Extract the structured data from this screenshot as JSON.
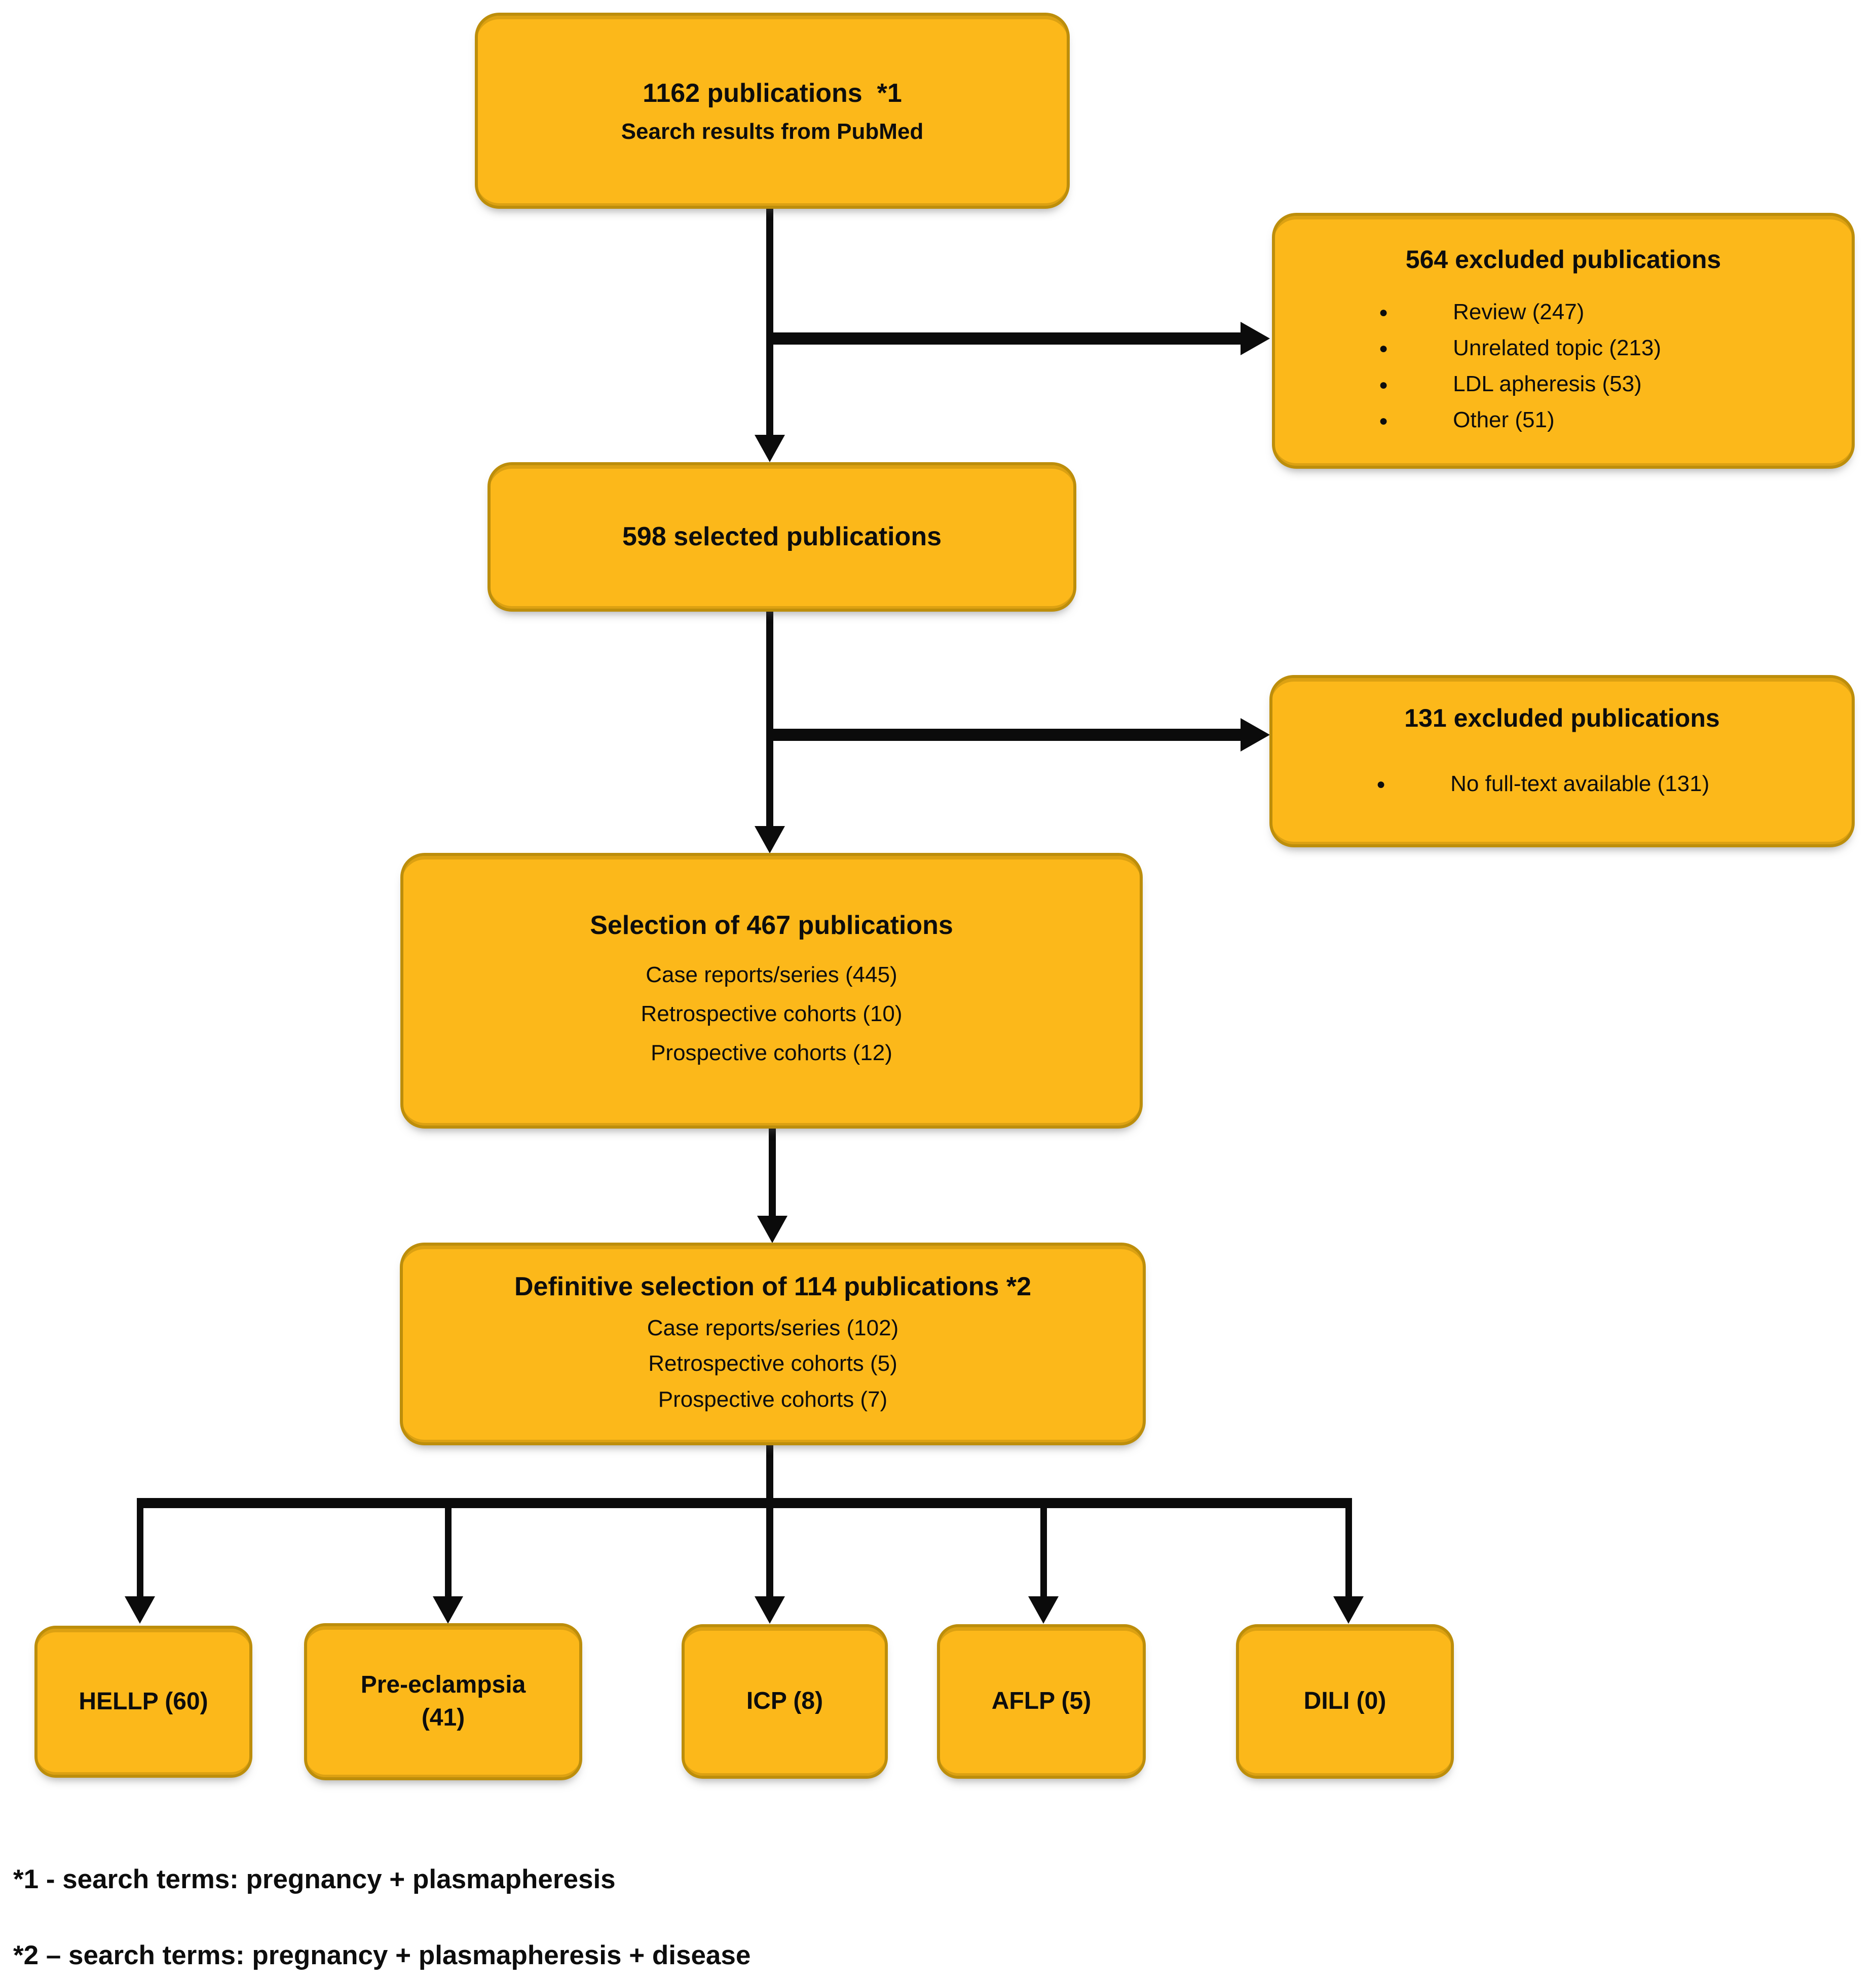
{
  "diagram": {
    "colors": {
      "background": "#FFFFFF",
      "box_fill": "#FCB81A",
      "box_border": "#BD8E0B",
      "box_bevel": "#DCA112",
      "line": "#0B0B0B",
      "text": "#0D0D0D"
    },
    "nodes": {
      "pubmed": {
        "title": "1162 publications  *1",
        "subtitle": "Search results from PubMed"
      },
      "excluded_564": {
        "title": "564 excluded publications",
        "items": [
          "Review (247)",
          "Unrelated topic (213)",
          "LDL apheresis (53)",
          "Other (51)"
        ]
      },
      "selected_598": {
        "title": "598 selected publications"
      },
      "excluded_131": {
        "title": "131 excluded publications",
        "items": [
          "No full-text available (131)"
        ]
      },
      "selection_467": {
        "title": "Selection of 467 publications",
        "lines": [
          "Case reports/series (445)",
          "Retrospective cohorts (10)",
          "Prospective cohorts (12)"
        ]
      },
      "definitive_114": {
        "title": "Definitive selection of 114 publications *2",
        "lines": [
          "Case reports/series (102)",
          "Retrospective cohorts (5)",
          "Prospective cohorts (7)"
        ]
      },
      "leaves": [
        {
          "label": "HELLP (60)"
        },
        {
          "label": "Pre-eclampsia (41)"
        },
        {
          "label": "ICP (8)"
        },
        {
          "label": "AFLP (5)"
        },
        {
          "label": "DILI (0)"
        }
      ]
    },
    "footnotes": [
      "*1 - search terms: pregnancy + plasmapheresis",
      "*2 – search terms: pregnancy + plasmapheresis + disease"
    ]
  }
}
